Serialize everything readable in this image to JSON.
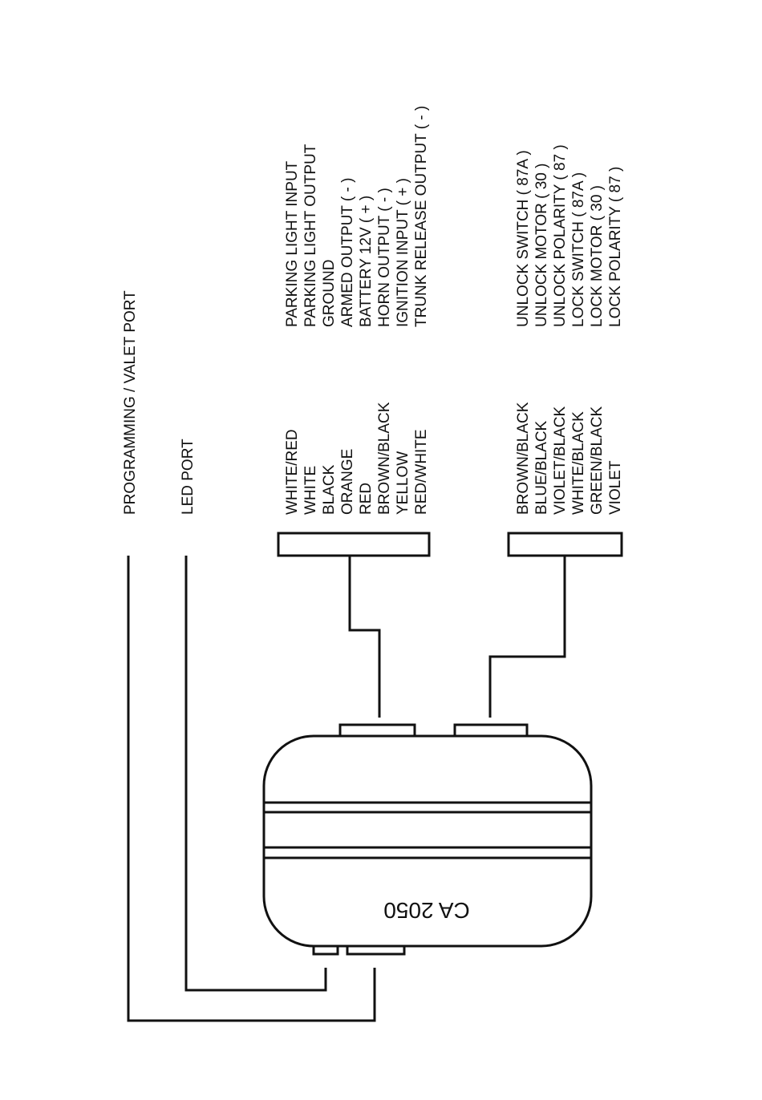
{
  "ports": {
    "programming_valet": "PROGRAMMING / VALET PORT",
    "led": "LED PORT"
  },
  "module": {
    "model": "CA 2050"
  },
  "harness_main": {
    "wire_colors": [
      "WHITE/RED",
      "WHITE",
      "BLACK",
      "ORANGE",
      "RED",
      "BROWN/BLACK",
      "YELLOW",
      "RED/WHITE"
    ],
    "functions": [
      "PARKING LIGHT INPUT",
      "PARKING LIGHT OUTPUT",
      "GROUND",
      "ARMED OUTPUT ( - )",
      "BATTERY 12V ( + )",
      "HORN OUTPUT ( - )",
      "IGNITION INPUT ( + )",
      "TRUNK RELEASE OUTPUT ( - )"
    ]
  },
  "harness_lock": {
    "wire_colors": [
      "BROWN/BLACK",
      "BLUE/BLACK",
      "VIOLET/BLACK",
      "WHITE/BLACK",
      "GREEN/BLACK",
      "VIOLET"
    ],
    "functions": [
      "UNLOCK SWITCH ( 87A )",
      "UNLOCK MOTOR ( 30 )",
      "UNLOCK POLARITY ( 87 )",
      "LOCK SWITCH ( 87A )",
      "LOCK MOTOR ( 30 )",
      "LOCK POLARITY ( 87 )"
    ]
  }
}
